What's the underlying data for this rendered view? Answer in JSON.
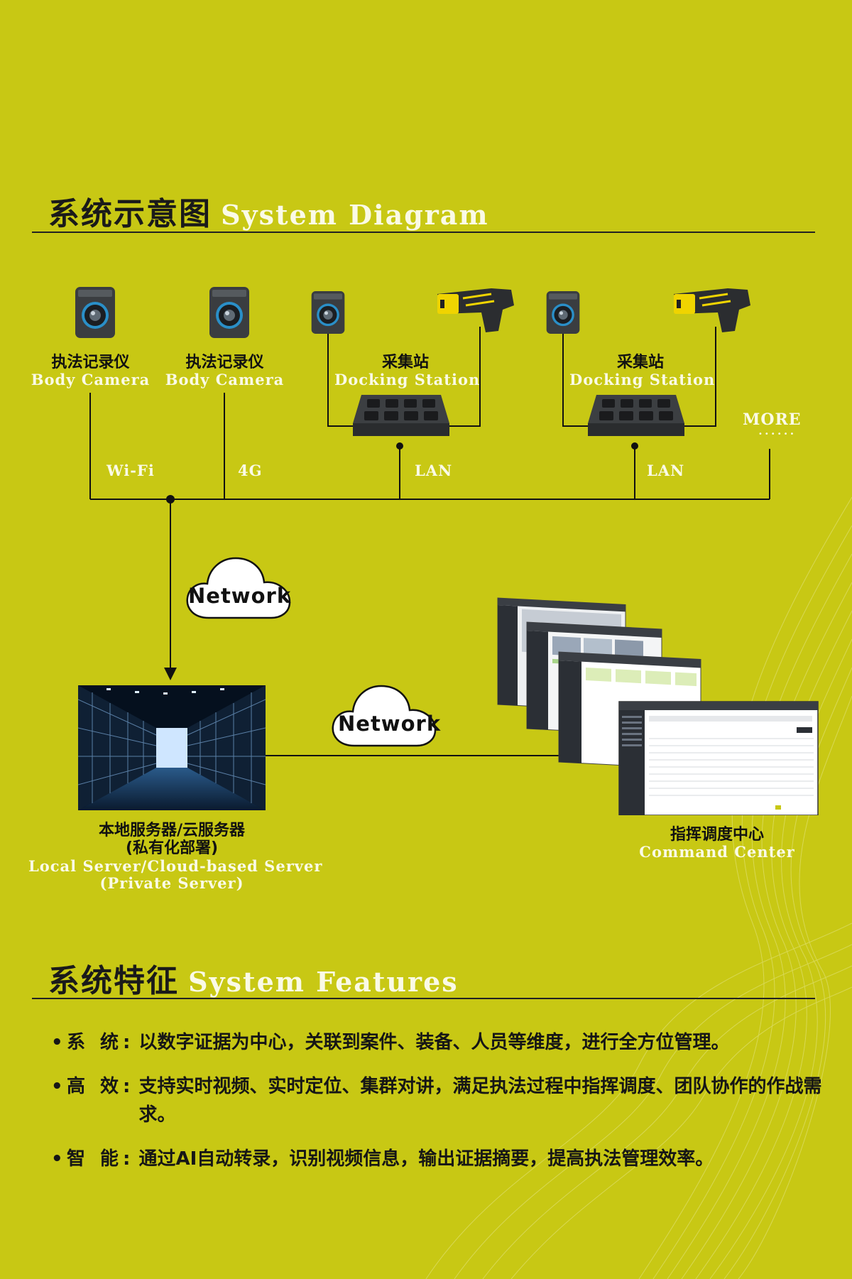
{
  "colors": {
    "background": "#c8c814",
    "accent_text": "#fafae6",
    "dark_text": "#111111",
    "taser_yellow": "#f0d400"
  },
  "diagram_section": {
    "title_zh": "系统示意图",
    "title_en": "System  Diagram"
  },
  "devices": {
    "cam1": {
      "zh": "执法记录仪",
      "en": "Body Camera"
    },
    "cam2": {
      "zh": "执法记录仪",
      "en": "Body Camera"
    },
    "dock1": {
      "zh": "采集站",
      "en": "Docking Station"
    },
    "dock2": {
      "zh": "采集站",
      "en": "Docking Station"
    },
    "more": "MORE"
  },
  "links": {
    "wifi": "Wi-Fi",
    "g4": "4G",
    "lan1": "LAN",
    "lan2": "LAN"
  },
  "network": {
    "label1": "Network",
    "label2": "Network"
  },
  "server": {
    "zh1": "本地服务器/云服务器",
    "zh2": "(私有化部署)",
    "en1": "Local Server/Cloud-based Server",
    "en2": "(Private Server)"
  },
  "command_center": {
    "zh": "指挥调度中心",
    "en": "Command  Center"
  },
  "features_section": {
    "title_zh": "系统特征",
    "title_en": "System  Features"
  },
  "features": [
    {
      "key": "系 统:",
      "text": "以数字证据为中心，关联到案件、装备、人员等维度，进行全方位管理。"
    },
    {
      "key": "高 效:",
      "text": "支持实时视频、实时定位、集群对讲，满足执法过程中指挥调度、团队协作的作战需求。"
    },
    {
      "key": "智 能:",
      "text": "通过AI自动转录，识别视频信息，输出证据摘要，提高执法管理效率。"
    }
  ],
  "icons": {
    "bullet": "bullet-dot-icon",
    "cloud": "cloud-icon",
    "camera": "body-camera-icon",
    "taser": "taser-icon",
    "dock": "docking-station-icon",
    "server_room": "server-room-icon"
  }
}
